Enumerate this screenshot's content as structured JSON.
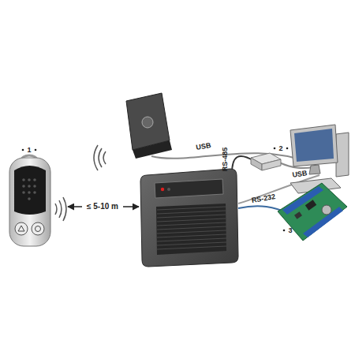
{
  "diagram": {
    "labels": [
      "1",
      "≤ 5-10 m",
      "USB",
      "RS-485",
      "2",
      "USB",
      "RS-232",
      "3"
    ]
  }
}
